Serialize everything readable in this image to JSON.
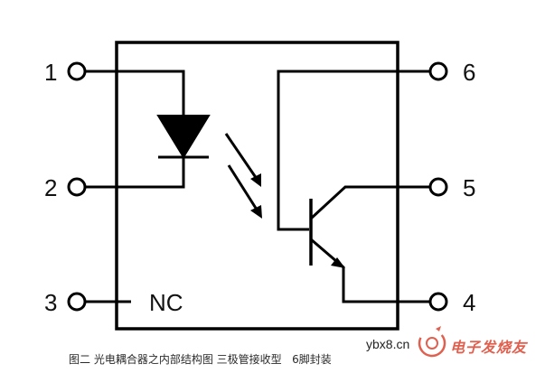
{
  "diagram": {
    "pins": {
      "p1": "1",
      "p2": "2",
      "p3": "3",
      "p4": "4",
      "p5": "5",
      "p6": "6"
    },
    "nc_label": "NC"
  },
  "caption": "图二 光电耦合器之内部结构图 三极管接收型   6脚封装",
  "watermark": {
    "url": "ybx8.cn",
    "brand": "电子发烧友"
  }
}
